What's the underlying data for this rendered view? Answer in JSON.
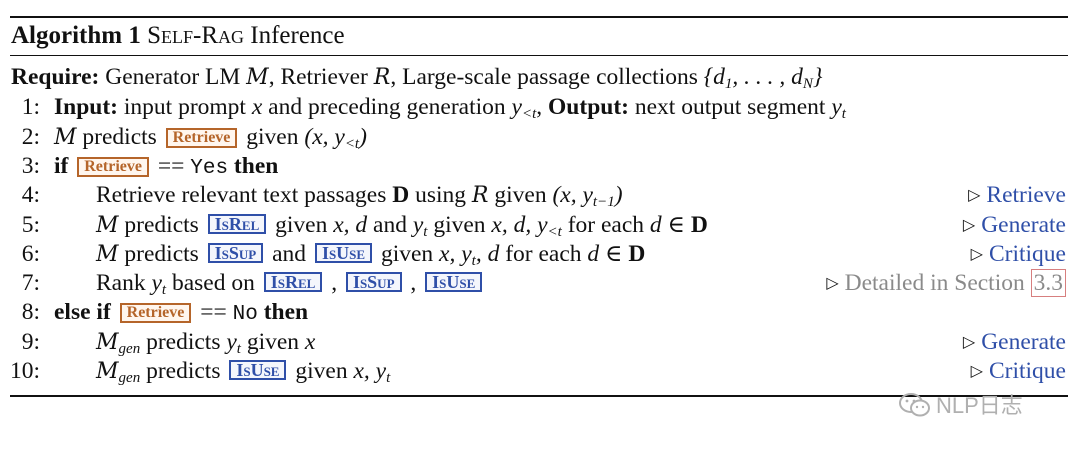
{
  "algorithm": {
    "label": "Algorithm 1",
    "name_caps": "Self-Rag",
    "name_rest": "Inference"
  },
  "tokens": {
    "retrieve": "Retrieve",
    "isrel": "IsRel",
    "issup": "IsSup",
    "isuse": "IsUse"
  },
  "require": {
    "label": "Require:",
    "text_a": "Generator LM",
    "gen": "M",
    "text_b": ", Retriever",
    "ret": "R",
    "text_c": ", Large-scale passage collections",
    "set": "{d",
    "set_sub1": "1",
    "set_mid": ", . . . , d",
    "set_subN": "N",
    "set_end": "}"
  },
  "lines": {
    "l1": {
      "num": "1:",
      "input_label": "Input:",
      "t1": "input prompt",
      "x": "x",
      "t2": "and preceding generation",
      "y": "y",
      "ysub": "<t",
      "t3": ",",
      "output_label": "Output:",
      "t4": "next output segment",
      "y2": "y",
      "y2sub": "t"
    },
    "l2": {
      "num": "2:",
      "gen": "M",
      "t1": "predicts",
      "t2": "given",
      "args": "(x, y",
      "argsub": "<t",
      "argend": ")"
    },
    "l3": {
      "num": "3:",
      "kw_if": "if",
      "eq": "==",
      "val": "Yes",
      "kw_then": "then"
    },
    "l4": {
      "num": "4:",
      "t1": "Retrieve relevant text passages",
      "D": "D",
      "t2": "using",
      "ret": "R",
      "t3": "given",
      "args": "(x, y",
      "argsub": "t−1",
      "argend": ")",
      "comment": "Retrieve"
    },
    "l5": {
      "num": "5:",
      "gen": "M",
      "t1": "predicts",
      "t2": "given",
      "m1": "x, d",
      "t3": "and",
      "y": "y",
      "ysub": "t",
      "t4": "given",
      "m2": "x, d, y",
      "m2sub": "<t",
      "t5": "for each",
      "m3": "d ∈",
      "D": "D",
      "comment": "Generate"
    },
    "l6": {
      "num": "6:",
      "gen": "M",
      "t1": "predicts",
      "t2": "and",
      "t3": "given",
      "m1": "x, y",
      "m1sub": "t",
      "m1end": ", d",
      "t4": "for each",
      "m2": "d ∈",
      "D": "D",
      "comment": "Critique"
    },
    "l7": {
      "num": "7:",
      "t1": "Rank",
      "y": "y",
      "ysub": "t",
      "t2": "based on",
      "sep1": ",",
      "sep2": ",",
      "comment": "Detailed in Section",
      "section": "3.3"
    },
    "l8": {
      "num": "8:",
      "kw_elseif": "else if",
      "eq": "==",
      "val": "No",
      "kw_then": "then"
    },
    "l9": {
      "num": "9:",
      "gen": "M",
      "gensub": "gen",
      "t1": "predicts",
      "y": "y",
      "ysub": "t",
      "t2": "given",
      "x": "x",
      "comment": "Generate"
    },
    "l10": {
      "num": "10:",
      "gen": "M",
      "gensub": "gen",
      "t1": "predicts",
      "t2": "given",
      "m1": "x, y",
      "m1sub": "t",
      "comment": "Critique"
    }
  },
  "watermark": {
    "text": "NLP日志",
    "icon": "wechat-icon"
  }
}
